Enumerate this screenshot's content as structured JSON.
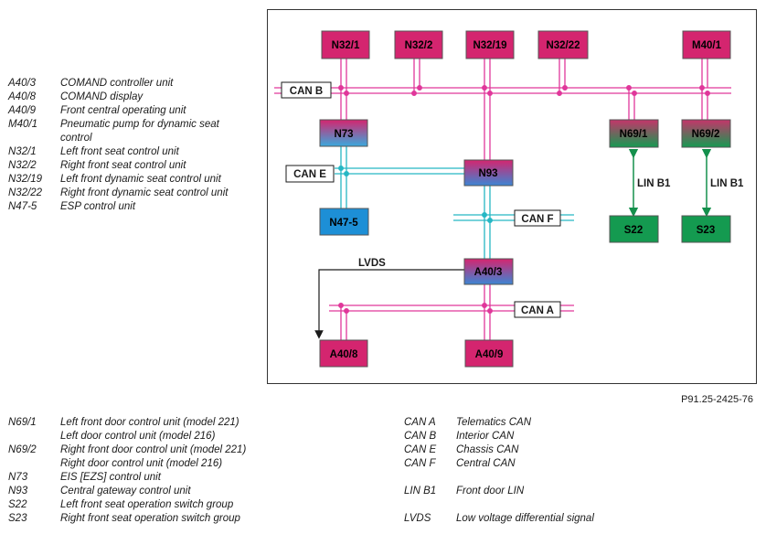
{
  "legend_top": [
    {
      "code": "A40/3",
      "desc": "COMAND controller unit"
    },
    {
      "code": "A40/8",
      "desc": "COMAND display"
    },
    {
      "code": "A40/9",
      "desc": "Front central operating unit"
    },
    {
      "code": "M40/1",
      "desc": "Pneumatic pump for dynamic seat control"
    },
    {
      "code": "N32/1",
      "desc": "Left front seat control unit"
    },
    {
      "code": "N32/2",
      "desc": "Right front seat control unit"
    },
    {
      "code": "N32/19",
      "desc": "Left front dynamic seat control unit"
    },
    {
      "code": "N32/22",
      "desc": "Right front dynamic seat control unit"
    },
    {
      "code": "N47-5",
      "desc": "ESP control unit"
    }
  ],
  "legend_bottom": [
    {
      "code": "N69/1",
      "desc": "Left front door control unit (model 221)"
    },
    {
      "code": "",
      "desc": "Left door control unit (model 216)"
    },
    {
      "code": "N69/2",
      "desc": "Right front door control unit (model 221)"
    },
    {
      "code": "",
      "desc": "Right door control unit (model 216)"
    },
    {
      "code": "N73",
      "desc": "EIS [EZS] control unit"
    },
    {
      "code": "N93",
      "desc": "Central gateway control unit"
    },
    {
      "code": "S22",
      "desc": "Left front seat operation switch group"
    },
    {
      "code": "S23",
      "desc": "Right front seat operation switch group"
    }
  ],
  "legend_bus": [
    {
      "code": "CAN A",
      "desc": "Telematics CAN"
    },
    {
      "code": "CAN B",
      "desc": "Interior CAN"
    },
    {
      "code": "CAN E",
      "desc": "Chassis CAN"
    },
    {
      "code": "CAN F",
      "desc": "Central CAN"
    },
    {
      "code": "",
      "desc": ""
    },
    {
      "code": "LIN B1",
      "desc": "Front door LIN"
    },
    {
      "code": "",
      "desc": ""
    },
    {
      "code": "LVDS",
      "desc": "Low voltage differential signal"
    }
  ],
  "figure_ref": "P91.25-2425-76",
  "diagram": {
    "boxes": {
      "n32_1": "N32/1",
      "n32_2": "N32/2",
      "n32_19": "N32/19",
      "n32_22": "N32/22",
      "m40_1": "M40/1",
      "n73": "N73",
      "n93": "N93",
      "n47_5": "N47-5",
      "a40_3": "A40/3",
      "a40_8": "A40/8",
      "a40_9": "A40/9",
      "n69_1": "N69/1",
      "n69_2": "N69/2",
      "s22": "S22",
      "s23": "S23"
    },
    "bus_labels": {
      "can_b": "CAN B",
      "can_e": "CAN E",
      "can_f": "CAN F",
      "can_a": "CAN A",
      "lvds": "LVDS",
      "lin1": "LIN B1",
      "lin2": "LIN B1"
    },
    "colors": {
      "magenta": "#d4256f",
      "cyan": "#1fb5c9",
      "blue": "#1d8fd6",
      "green": "#14904c",
      "green_box": "#149a50",
      "pink_line": "#e0379a",
      "line_cyan": "#26b7c4"
    }
  }
}
